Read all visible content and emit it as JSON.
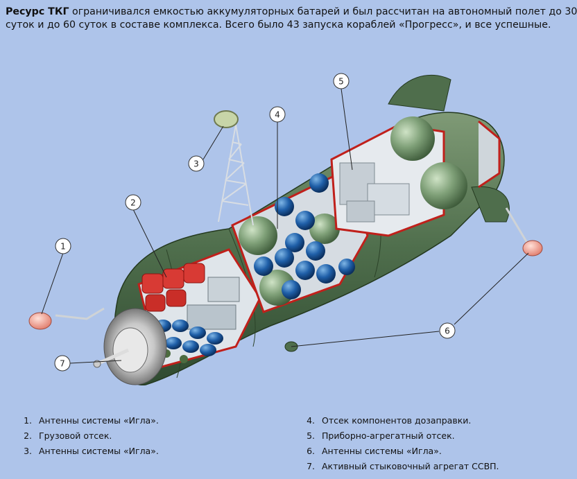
{
  "intro": {
    "bold": "Ресурс ТКГ",
    "line1_rest": " ограничивался емкостью аккумуляторных батарей и был рассчитан на автономный полет до 30",
    "line2": "суток и до 60 суток в составе комплекса. Всего было 43 запуска кораблей «Прогресс», и все успешные."
  },
  "callouts": [
    "1",
    "2",
    "3",
    "4",
    "5",
    "6",
    "7"
  ],
  "legend": [
    {
      "num": "1.",
      "text": "Антенны системы «Игла»."
    },
    {
      "num": "2.",
      "text": "Грузовой отсек."
    },
    {
      "num": "3.",
      "text": "Антенны системы «Игла»."
    },
    {
      "num": "4.",
      "text": "Отсек компонентов дозаправки."
    },
    {
      "num": "5.",
      "text": "Приборно-агрегатный отсек."
    },
    {
      "num": "6.",
      "text": "Антенны системы «Игла»."
    },
    {
      "num": "7.",
      "text": "Активный стыковочный агрегат ССВП."
    }
  ]
}
